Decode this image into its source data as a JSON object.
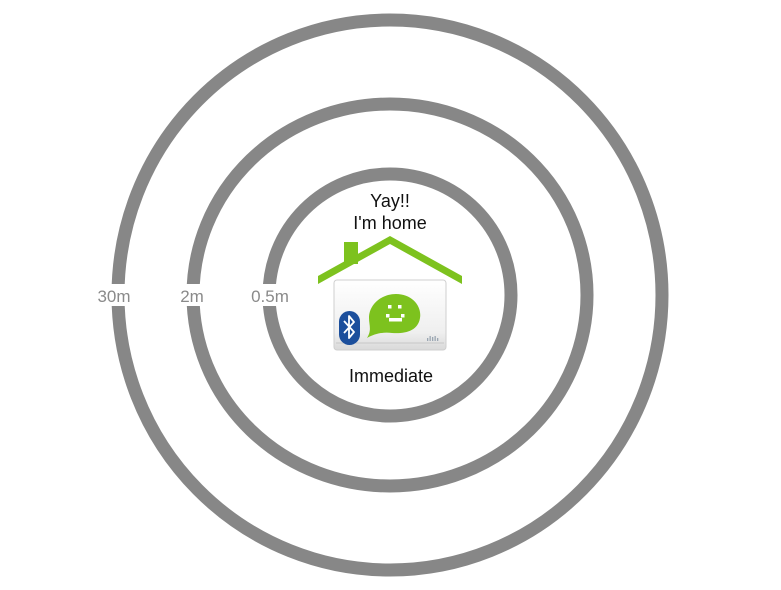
{
  "rings": [
    {
      "label": "30m"
    },
    {
      "label": "2m"
    },
    {
      "label": "0.5m"
    }
  ],
  "message": {
    "line1": "Yay!!",
    "line2": "I'm home"
  },
  "zone_label": "Immediate",
  "colors": {
    "ring": "#878787",
    "roof": "#7dc21e",
    "bluetooth": "#1c4f9c",
    "bubble": "#7dc21e"
  },
  "icons": [
    "house-icon",
    "bluetooth-icon",
    "smiley-speech-bubble-icon",
    "beacon-device-icon"
  ]
}
